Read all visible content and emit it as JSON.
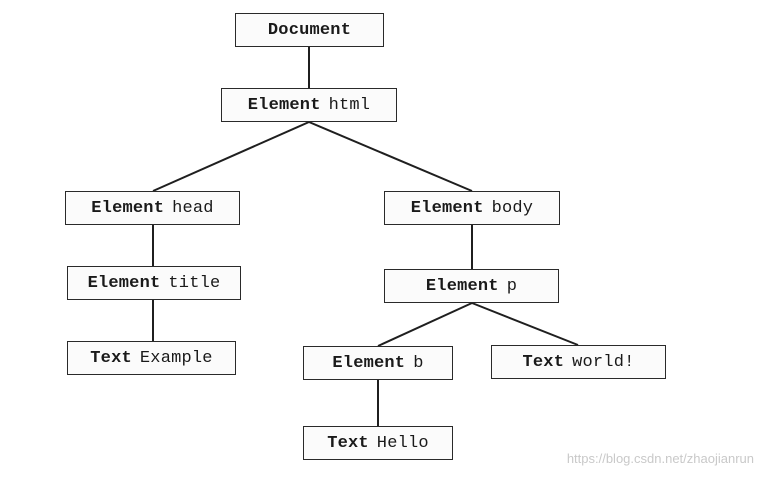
{
  "nodes": {
    "document": {
      "kind": "Document",
      "value": ""
    },
    "html": {
      "kind": "Element",
      "value": "html"
    },
    "head": {
      "kind": "Element",
      "value": "head"
    },
    "body": {
      "kind": "Element",
      "value": "body"
    },
    "title": {
      "kind": "Element",
      "value": "title"
    },
    "p": {
      "kind": "Element",
      "value": "p"
    },
    "example": {
      "kind": "Text",
      "value": "Example"
    },
    "b": {
      "kind": "Element",
      "value": "b"
    },
    "world": {
      "kind": "Text",
      "value": "world!"
    },
    "hello": {
      "kind": "Text",
      "value": "Hello"
    }
  },
  "watermark": "https://blog.csdn.net/zhaojianrun"
}
